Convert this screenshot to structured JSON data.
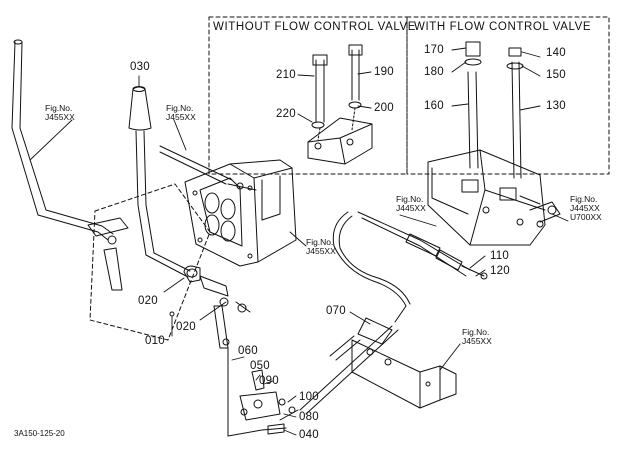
{
  "headers": {
    "without": "WITHOUT FLOW CONTROL VALVE",
    "with": "WITH FLOW CONTROL VALVE"
  },
  "parts": {
    "p010": "010",
    "p020a": "020",
    "p020b": "020",
    "p030": "030",
    "p040": "040",
    "p050": "050",
    "p060": "060",
    "p070": "070",
    "p080": "080",
    "p090": "090",
    "p100": "100",
    "p110": "110",
    "p120": "120",
    "p130": "130",
    "p140": "140",
    "p150": "150",
    "p160": "160",
    "p170": "170",
    "p180": "180",
    "p190": "190",
    "p200": "200",
    "p210": "210",
    "p220": "220"
  },
  "fig_refs": {
    "left": {
      "line1": "Fig.No.",
      "line2": "J455XX"
    },
    "top": {
      "line1": "Fig.No.",
      "line2": "J455XX"
    },
    "mid": {
      "line1": "Fig.No.",
      "line2": "J455XX"
    },
    "valve": {
      "line1": "Fig.No.",
      "line2": "J445XX"
    },
    "right": {
      "line1": "Fig.No.",
      "line2": "J445XX",
      "line3": "U700XX"
    },
    "bottom": {
      "line1": "Fig.No.",
      "line2": "J455XX"
    }
  },
  "drawing_code": "3A150-125-20"
}
